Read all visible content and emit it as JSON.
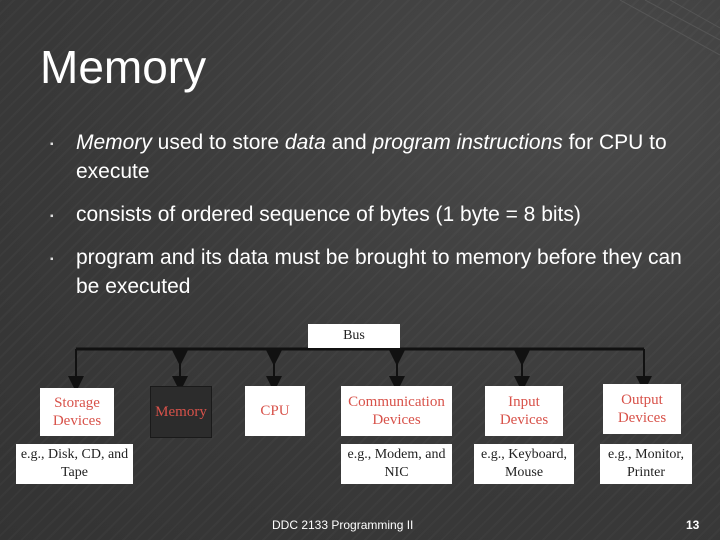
{
  "slide": {
    "title": "Memory",
    "bullets": [
      {
        "parts": [
          {
            "text": "Memory",
            "italic": true
          },
          {
            "text": " used to store ",
            "italic": false
          },
          {
            "text": "data",
            "italic": true
          },
          {
            "text": " and ",
            "italic": false
          },
          {
            "text": "program instructions",
            "italic": true
          },
          {
            "text": " for CPU to execute",
            "italic": false
          }
        ]
      },
      {
        "parts": [
          {
            "text": "consists of ordered sequence of bytes (1 byte = 8 bits)",
            "italic": false
          }
        ]
      },
      {
        "parts": [
          {
            "text": "program and its data must be brought to memory before they can be executed",
            "italic": false
          }
        ]
      }
    ],
    "footer": "DDC 2133 Programming II",
    "page_number": "13"
  },
  "diagram": {
    "bus_label": "Bus",
    "devices": {
      "storage": "Storage Devices",
      "memory": "Memory",
      "cpu": "CPU",
      "communication": "Communication Devices",
      "input": "Input Devices",
      "output": "Output Devices"
    },
    "examples": {
      "storage": "e.g., Disk, CD, and Tape",
      "communication": "e.g., Modem, and NIC",
      "input": "e.g., Keyboard, Mouse",
      "output": "e.g., Monitor, Printer"
    },
    "colors": {
      "device_text": "#d8524a",
      "example_text": "#222222"
    }
  }
}
